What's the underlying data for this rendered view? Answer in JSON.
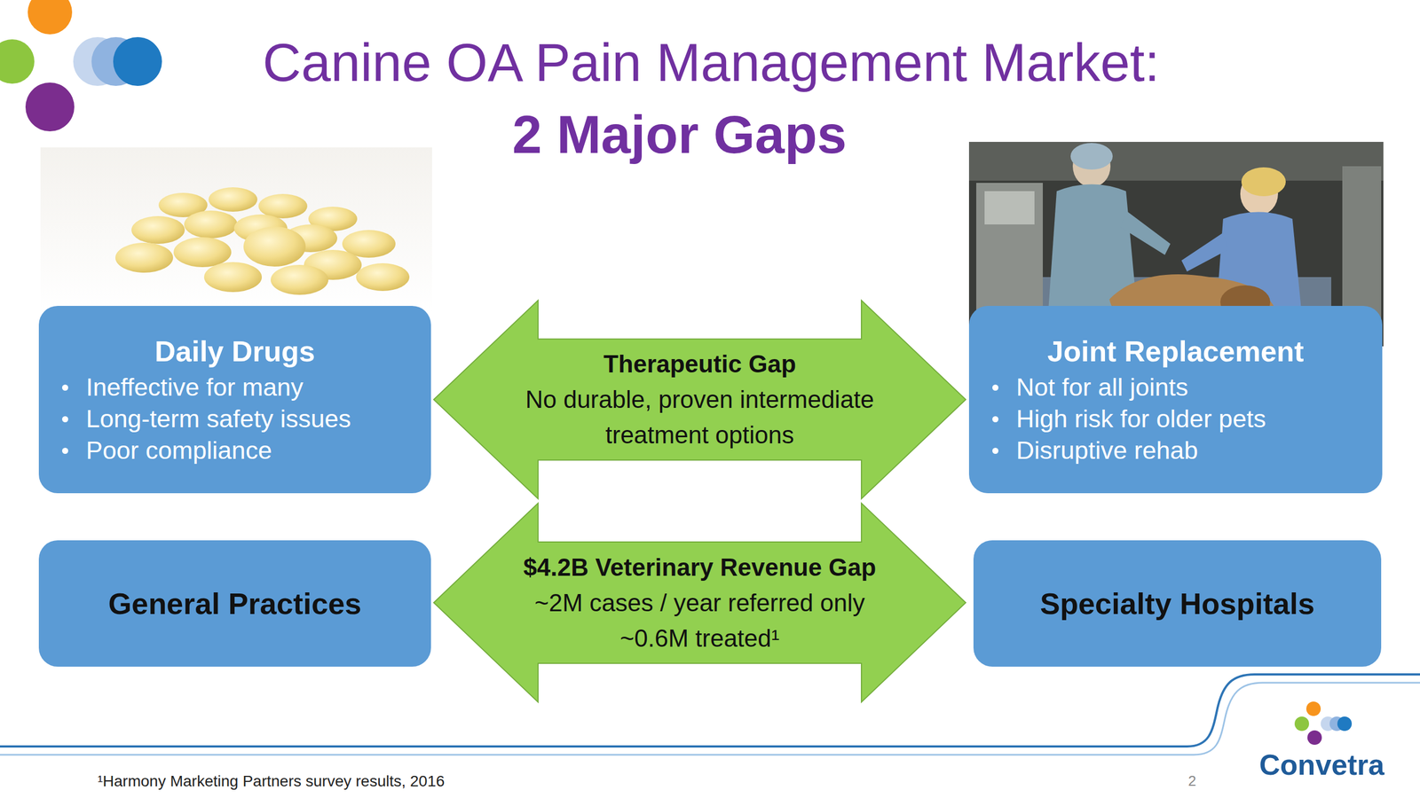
{
  "diagram": {
    "title": "Canine OA Pain Management Market:",
    "nodes": [
      {
        "text": [
          "Daily Drugs",
          "Ineffective for many",
          "Long-term safety issues",
          "Poor compliance"
        ]
      },
      {
        "text": [
          "Therapeutic Gap",
          "No durable, proven intermediate treatment options"
        ]
      },
      {
        "text": [
          "Joint Replacement",
          "Not for all joints",
          "High risk for older pets",
          "Disruptive rehab"
        ]
      },
      {
        "text": [
          "General Practices"
        ]
      },
      {
        "text": [
          "$4.2B Veterinary Revenue Gap",
          "~2M cases / year referred only ~0.6M treated¹"
        ]
      },
      {
        "text": [
          "Specialty Hospitals"
        ]
      }
    ],
    "labels": [
      "2 Major Gaps",
      "¹Harmony Marketing Partners survey results, 2016",
      "2",
      "Convetra"
    ]
  }
}
